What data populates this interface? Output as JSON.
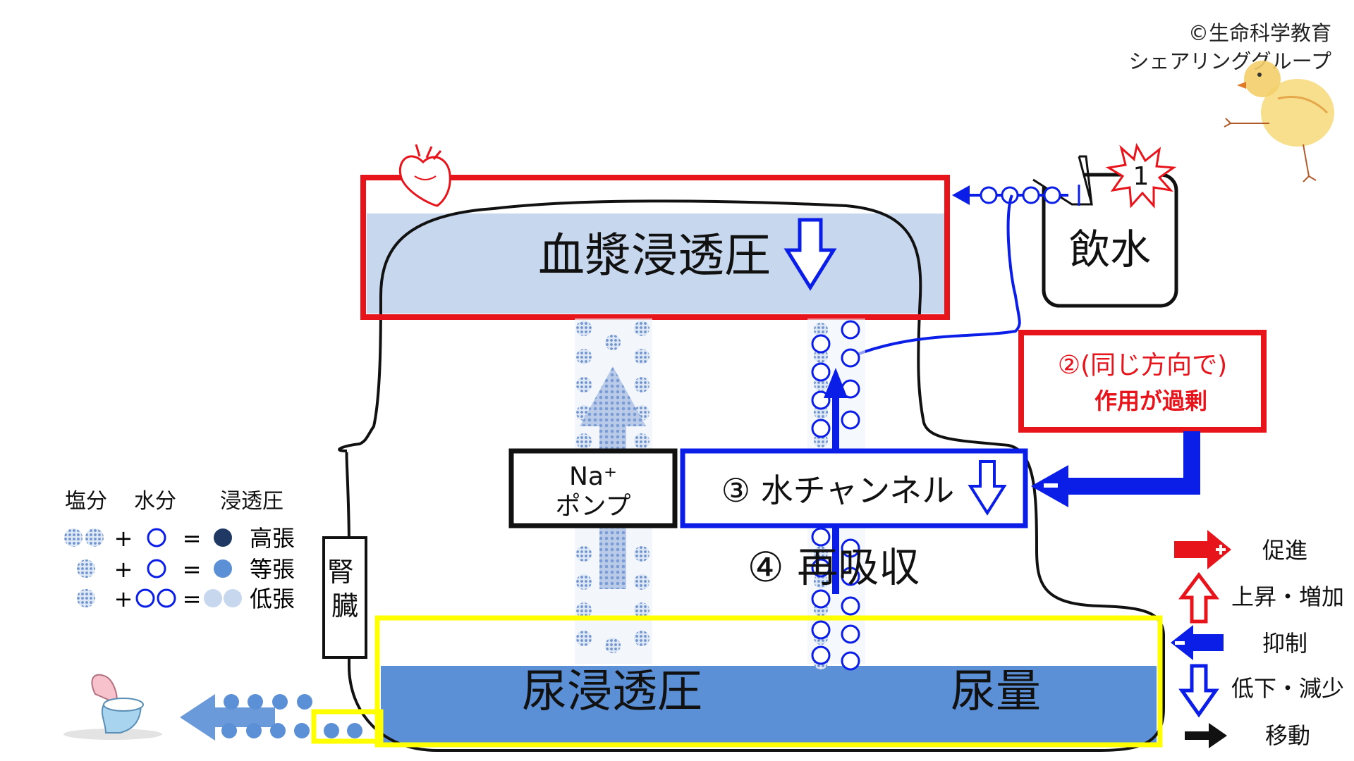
{
  "copyright": {
    "line1": "©生命科学教育",
    "line2": "シェアリンググループ"
  },
  "plasma": {
    "label": "血漿浸透圧"
  },
  "drinking_water": {
    "label": "飲水",
    "marker": "1"
  },
  "action_box": {
    "line1": "②(同じ方向で)",
    "line2": "作用が過剰"
  },
  "na_pump": {
    "line1": "Na⁺",
    "line2": "ポンプ"
  },
  "water_channel": {
    "label": "③ 水チャンネル"
  },
  "reabsorption": {
    "label": "④ 再吸収"
  },
  "kidney": {
    "label": "腎臓"
  },
  "urine": {
    "osmotic_label": "尿浸透圧",
    "volume_label": "尿量"
  },
  "legend_left": {
    "headers": [
      "塩分",
      "水分",
      "浸透圧"
    ],
    "rows": [
      {
        "plus": "+",
        "equals": "=",
        "result": "高張"
      },
      {
        "plus": "+",
        "equals": "=",
        "result": "等張"
      },
      {
        "plus": "+",
        "equals": "=",
        "result": "低張"
      }
    ]
  },
  "legend_right": {
    "items": [
      {
        "label": "促進",
        "icon": "red-plus-arrow-icon"
      },
      {
        "label": "上昇・増加",
        "icon": "red-up-arrow-icon"
      },
      {
        "label": "抑制",
        "icon": "blue-minus-arrow-icon"
      },
      {
        "label": "低下・減少",
        "icon": "blue-down-arrow-icon"
      },
      {
        "label": "移動",
        "icon": "black-arrow-icon"
      }
    ]
  },
  "colors": {
    "red": "#e8141b",
    "blue": "#0a1ee8",
    "yellow": "#ffff00",
    "plasma_fill": "#c6d7ee",
    "urine_fill": "#5b8fd6",
    "salt_dot": "#8aa8d8",
    "dark_navy": "#1f3864"
  }
}
